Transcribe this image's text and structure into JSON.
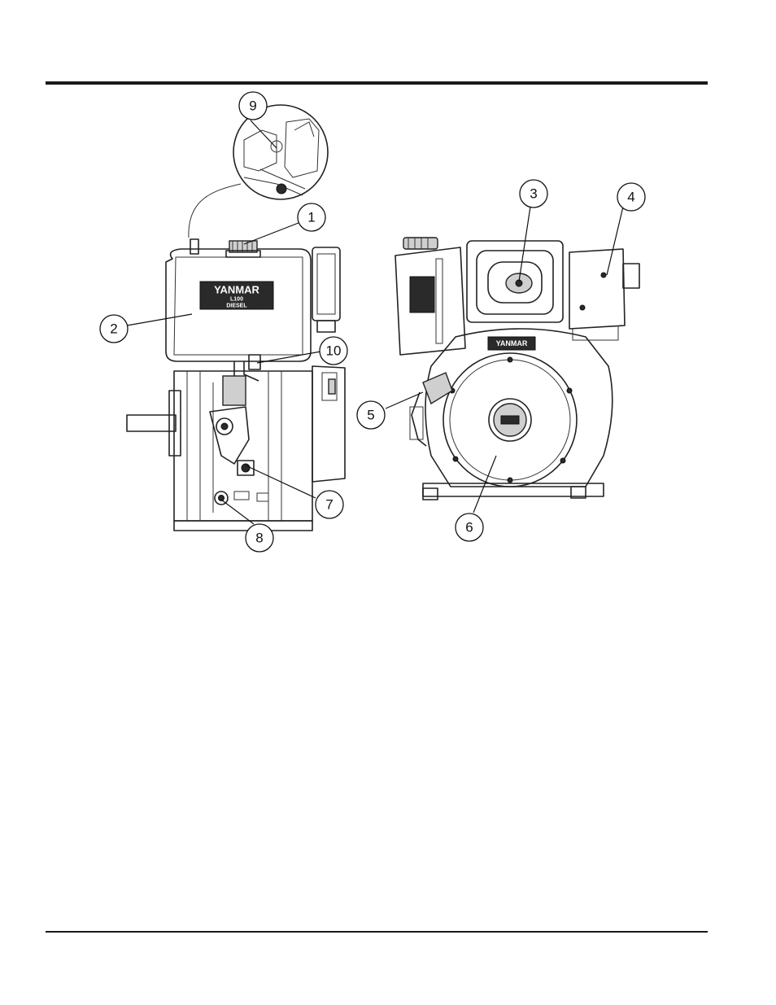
{
  "diagram": {
    "brand_logo": "YANMAR",
    "logo_subline_1": "L100",
    "logo_subline_2": "DIESEL",
    "callouts": [
      "1",
      "2",
      "3",
      "4",
      "5",
      "6",
      "7",
      "8",
      "9",
      "10"
    ]
  },
  "colors": {
    "ink": "#222222",
    "rule": "#1a1a1a",
    "background": "#ffffff"
  }
}
